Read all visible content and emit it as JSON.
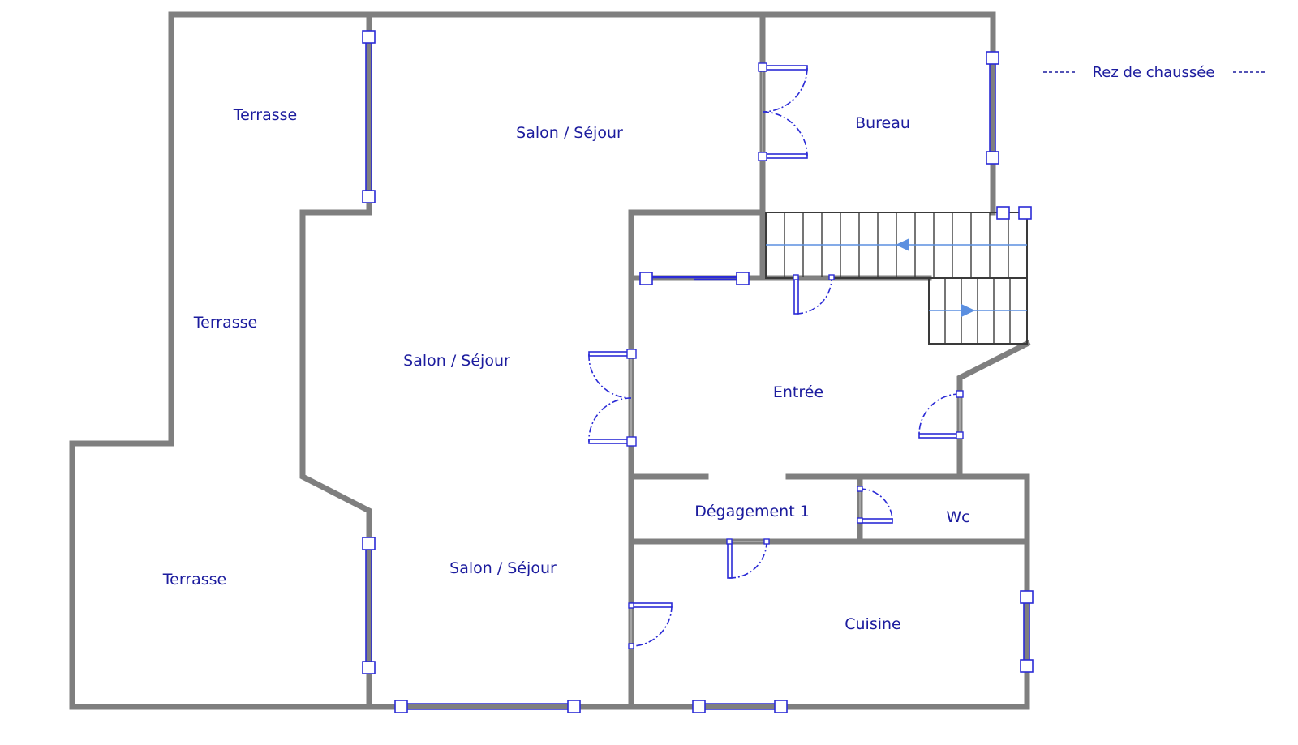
{
  "legend": {
    "level": "Rez de chaussée"
  },
  "rooms": {
    "terrasse_top": "Terrasse",
    "terrasse_middle": "Terrasse",
    "terrasse_bottom": "Terrasse",
    "salon_top": "Salon / Séjour",
    "salon_middle": "Salon / Séjour",
    "salon_bottom": "Salon / Séjour",
    "bureau": "Bureau",
    "entree": "Entrée",
    "degagement": "Dégagement 1",
    "wc": "Wc",
    "cuisine": "Cuisine"
  },
  "colors": {
    "wall": "#7f7f7f",
    "opening": "#2b2bd6",
    "label": "#1c1c9e",
    "stair_walkline": "#5b8fe0"
  }
}
